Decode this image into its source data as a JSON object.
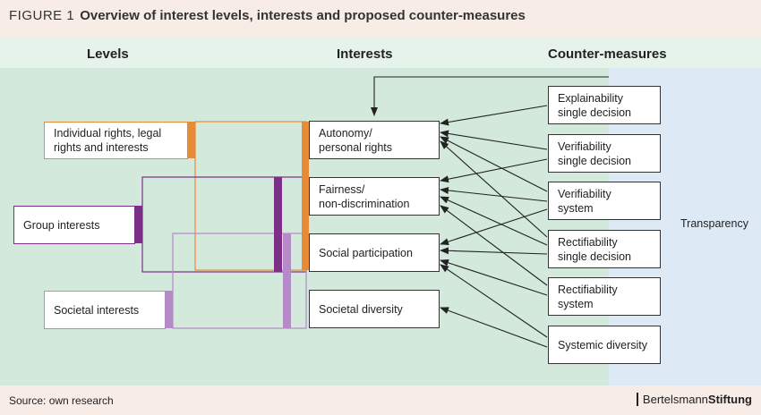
{
  "figure": {
    "label": "FIGURE 1",
    "title": "Overview of interest levels, interests and proposed counter-measures"
  },
  "columns": {
    "levels": "Levels",
    "interests": "Interests",
    "countermeasures": "Counter-measures"
  },
  "levels": [
    {
      "line1": "Individual rights, legal",
      "line2": "rights and interests"
    },
    {
      "line1": "Group interests",
      "line2": ""
    },
    {
      "line1": "Societal interests",
      "line2": ""
    }
  ],
  "interests": [
    {
      "line1": "Autonomy/",
      "line2": "personal rights"
    },
    {
      "line1": "Fairness/",
      "line2": "non-discrimination"
    },
    {
      "line1": "Social participation",
      "line2": ""
    },
    {
      "line1": "Societal diversity",
      "line2": ""
    }
  ],
  "countermeasures": [
    {
      "line1": "Explainability",
      "line2": "single decision"
    },
    {
      "line1": "Verifiability",
      "line2": "single decision"
    },
    {
      "line1": "Verifiability",
      "line2": "system"
    },
    {
      "line1": "Rectifiability",
      "line2": "single decision"
    },
    {
      "line1": "Rectifiability",
      "line2": "system"
    },
    {
      "line1": "Systemic diversity",
      "line2": ""
    }
  ],
  "transparency_label": "Transparency",
  "footer": {
    "source": "Source: own research",
    "brand_regular": "Bertelsmann",
    "brand_bold": "Stiftung"
  },
  "colors": {
    "header_band": "#f8ece6",
    "column_band": "#e6f3ea",
    "main_green": "#d2e9db",
    "transparency_blue": "#dde9f4",
    "footer_band": "#f8ece6",
    "orange": "#e88b36",
    "purple": "#7b2f86",
    "lilac": "#b48bc7"
  }
}
